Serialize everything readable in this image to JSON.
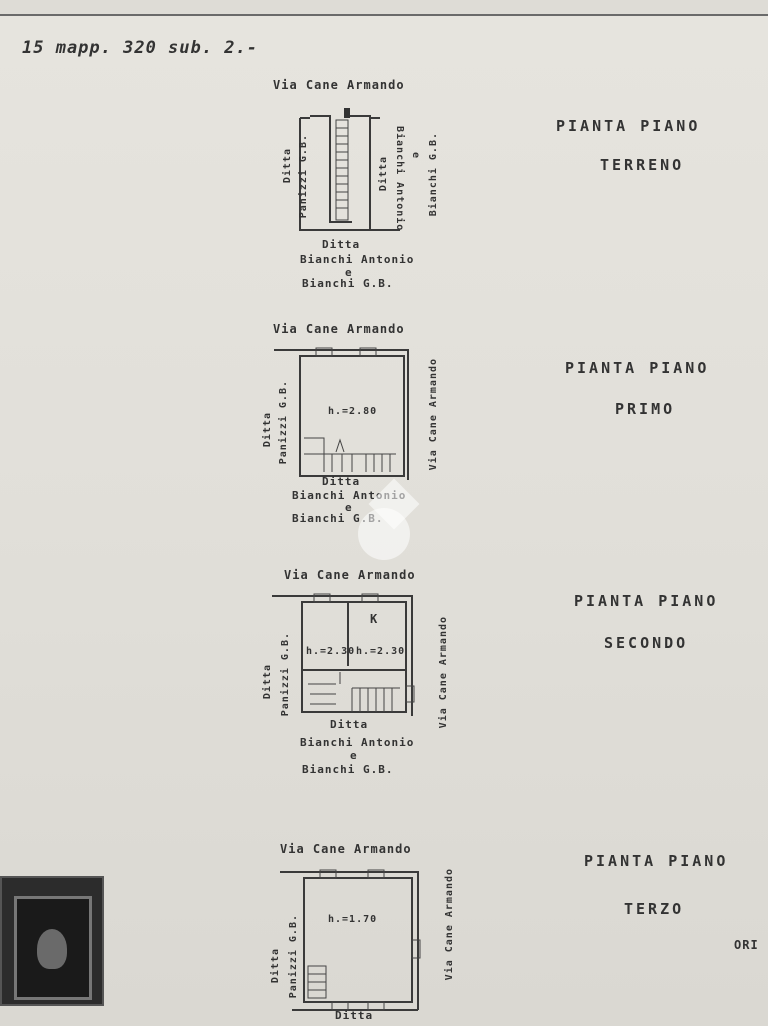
{
  "header": {
    "reference": "15 mapp. 320 sub. 2.-"
  },
  "floors": [
    {
      "title_line1": "PIANTA PIANO",
      "title_line2": "TERRENO",
      "street_top": "Via Cane Armando",
      "left_label_1": "Ditta",
      "left_label_2": "Panizzi G.B.",
      "right_label_1": "Ditta",
      "right_label_2": "Bianchi Antonio",
      "right_label_3": "e",
      "right_label_4": "Bianchi G.B.",
      "bottom_1": "Ditta",
      "bottom_2": "Bianchi Antonio",
      "bottom_3": "e",
      "bottom_4": "Bianchi G.B."
    },
    {
      "title_line1": "PIANTA PIANO",
      "title_line2": "PRIMO",
      "street_top": "Via Cane Armando",
      "street_right": "Via Cane Armando",
      "left_label_1": "Ditta",
      "left_label_2": "Panizzi G.B.",
      "height": "h.=2.80",
      "bottom_1": "Ditta",
      "bottom_2": "Bianchi Antonio",
      "bottom_3": "e",
      "bottom_4": "Bianchi G.B."
    },
    {
      "title_line1": "PIANTA PIANO",
      "title_line2": "SECONDO",
      "street_top": "Via Cane Armando",
      "street_right": "Via Cane Armando",
      "left_label_1": "Ditta",
      "left_label_2": "Panizzi G.B.",
      "room_k": "K",
      "height_a": "h.=2.30",
      "height_b": "h.=2.30",
      "bottom_1": "Ditta",
      "bottom_2": "Bianchi Antonio",
      "bottom_3": "e",
      "bottom_4": "Bianchi G.B."
    },
    {
      "title_line1": "PIANTA PIANO",
      "title_line2": "TERZO",
      "street_top": "Via Cane Armando",
      "street_right": "Via Cane Armando",
      "left_label_1": "Ditta",
      "left_label_2": "Panizzi G.B.",
      "height": "h.=1.70",
      "bottom_1": "Ditta"
    }
  ],
  "edge_text": "ORI"
}
